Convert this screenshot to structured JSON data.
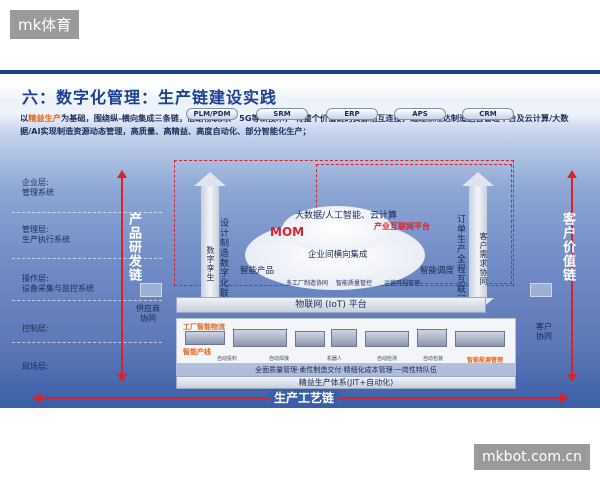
{
  "watermark_top": "mk体育",
  "watermark_bottom": "mkbot.com.cn",
  "title": "六：数字化管理：生产链建设实践",
  "description_highlight": "精益生产",
  "description_prefix": "以",
  "description_rest": "为基础，围绕纵-横向集成三条链，借助物联网、 5G等新技术， 将整个价值链的资源相互连接，通过欣旺达制造运营管理平台及云计算/大数据/AI实现制造资源动态管理，高质量、高精益、高度自动化、部分智能化生产；",
  "layers": [
    "企业层:\n管理系统",
    "管理层:\n生产执行系统",
    "操作层:\n设备采集与监控系统",
    "控制层:",
    "现场层:"
  ],
  "left_chain": "产品研发链",
  "right_chain": "客户价值链",
  "systems": [
    "PLM/PDM",
    "SRM",
    "ERP",
    "APS",
    "CRM"
  ],
  "cloud_top": "大数据/人工智能、云计算",
  "mom": "MOM",
  "industrial_platform": "产业互联网平台",
  "enterprise_integration": "企业间横向集成",
  "smart_product": "智能产品",
  "smart_schedule": "智能调度",
  "sub_left": "多工厂制造协同",
  "sub_mid": "智能质量管控",
  "sub_right": "运营可视管理",
  "design_vertical": "设计制造数字化联合",
  "digital_twin": "数字孪生",
  "order_vertical": "订单生产全程互联可视",
  "customer_demand": "客户需求协同",
  "supplier": "供应商\n协同",
  "customer": "客户\n协同",
  "iot": "物联网 (IoT) 平台",
  "factory_logistics": "工厂智能物流",
  "factory_line": "智能产线",
  "factory_energy": "智能能源管理",
  "factory_captions": [
    "自动投料",
    "自动焊接",
    "机器人",
    "自动检测",
    "自动包装"
  ],
  "quality_bar": "全面质量管理·柔性制造交付·精细化成本管理·一岗性特队伍",
  "lean": "精益生产体系(JIT+自动化)",
  "craft_chain": "生产工艺链"
}
